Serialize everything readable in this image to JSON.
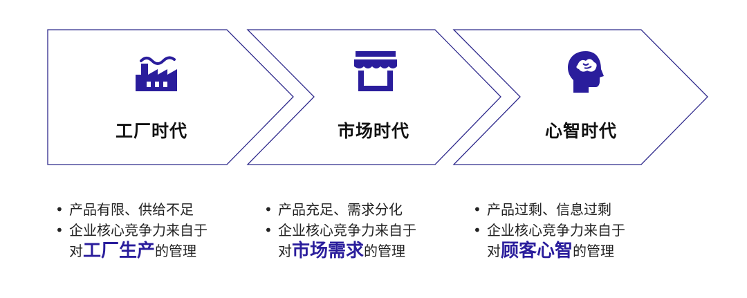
{
  "stages": [
    {
      "title": "工厂时代",
      "icon": "factory-icon",
      "bullets": [
        "产品有限、供给不足",
        "企业核心竞争力来自于"
      ],
      "line3_prefix": "对",
      "line3_strong": "工厂生产",
      "line3_suffix": "的管理"
    },
    {
      "title": "市场时代",
      "icon": "storefront-icon",
      "bullets": [
        "产品充足、需求分化",
        "企业核心竞争力来自于"
      ],
      "line3_prefix": "对",
      "line3_strong": "市场需求",
      "line3_suffix": "的管理"
    },
    {
      "title": "心智时代",
      "icon": "brain-head-icon",
      "bullets": [
        "产品过剩、信息过剩",
        "企业核心竞争力来自于"
      ],
      "line3_prefix": "对",
      "line3_strong": "顾客心智",
      "line3_suffix": "的管理"
    }
  ],
  "bullet_char": "•",
  "colors": {
    "accent": "#2a1d9c",
    "outline": "#2f2a8c",
    "text": "#222222"
  }
}
